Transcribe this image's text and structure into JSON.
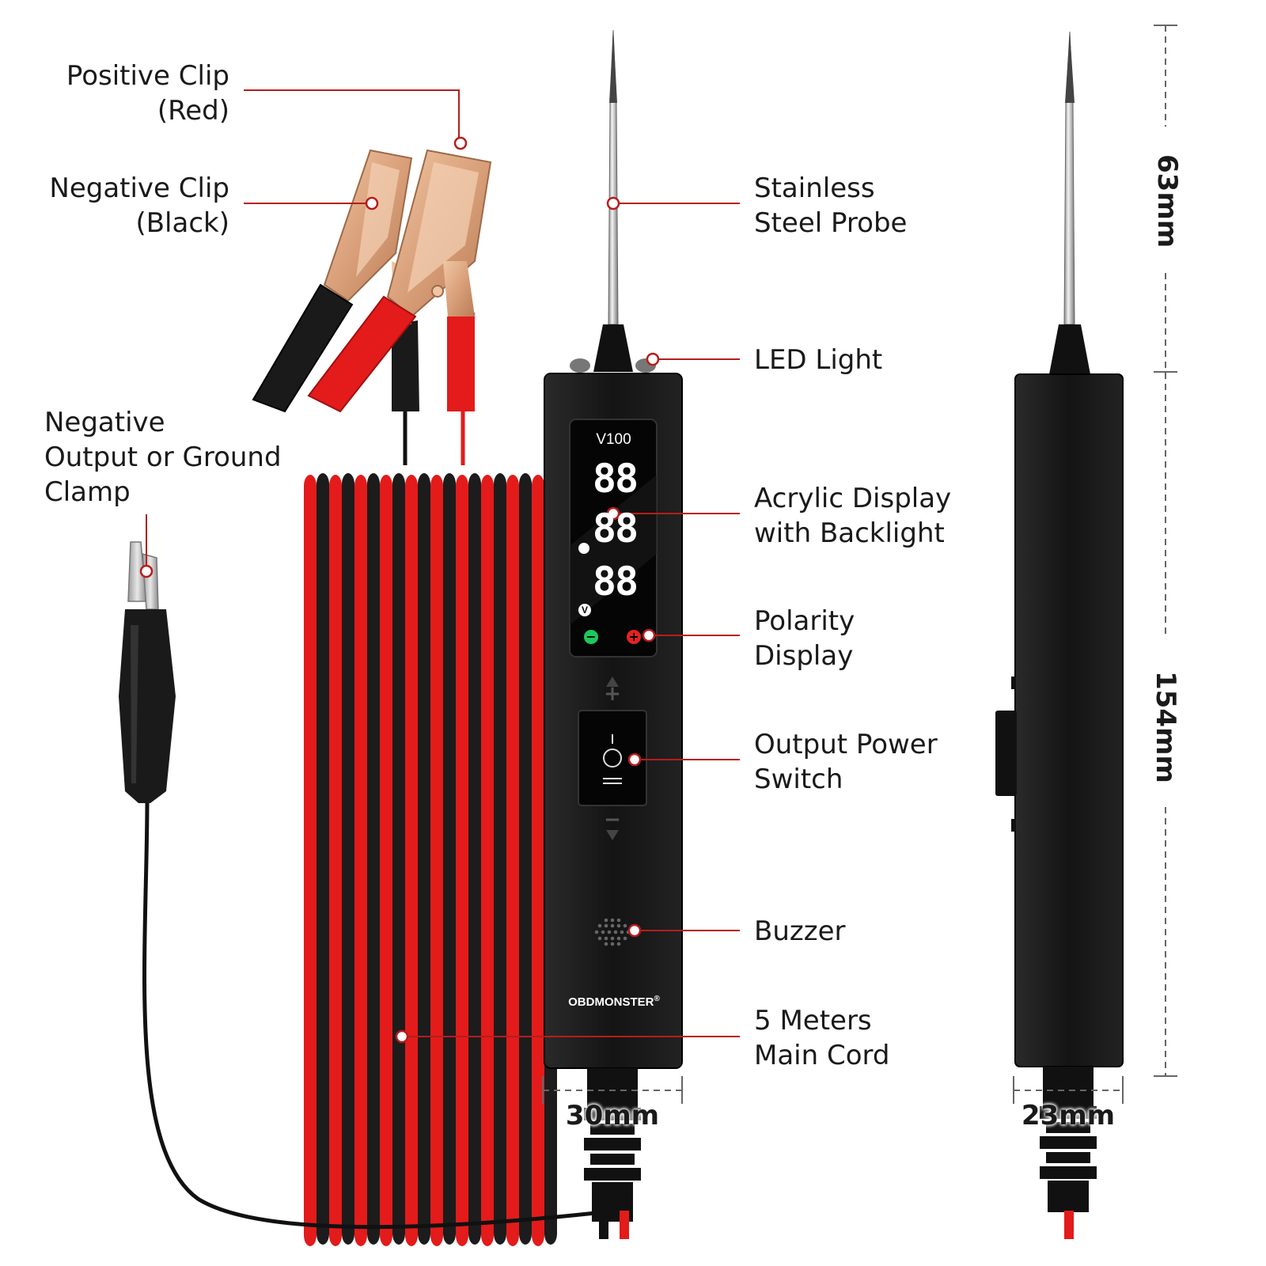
{
  "labels": {
    "positive_clip": [
      "Positive Clip",
      "(Red)"
    ],
    "negative_clip": [
      "Negative Clip",
      "(Black)"
    ],
    "ground_clamp": [
      "Negative",
      "Output or Ground",
      "Clamp"
    ],
    "probe": [
      "Stainless",
      "Steel Probe"
    ],
    "led": [
      "LED Light"
    ],
    "display": [
      "Acrylic Display",
      "with Backlight"
    ],
    "polarity": [
      "Polarity",
      "Display"
    ],
    "switch": [
      "Output Power",
      "Switch"
    ],
    "buzzer": [
      "Buzzer"
    ],
    "cord": [
      "5 Meters",
      "Main Cord"
    ]
  },
  "device": {
    "model": "V100",
    "brand": "OBDMONSTER",
    "registered_mark": "®",
    "digits": [
      "88",
      "88",
      "88"
    ],
    "unit": "V",
    "polarity_minus": "−",
    "polarity_plus": "+",
    "switch_plus": "+",
    "switch_minus": "−"
  },
  "dimensions": {
    "probe_length": "63mm",
    "body_length": "154mm",
    "front_width": "30mm",
    "side_width": "23mm"
  },
  "colors": {
    "callout": "#b71c1c",
    "cable_red": "#e31b1b",
    "cable_black": "#1c1c1c",
    "body": "#161616",
    "clip_copper": "#d9a07a",
    "digit": "#ffffff",
    "polarity_green": "#1ec85a",
    "polarity_red": "#e52222"
  }
}
